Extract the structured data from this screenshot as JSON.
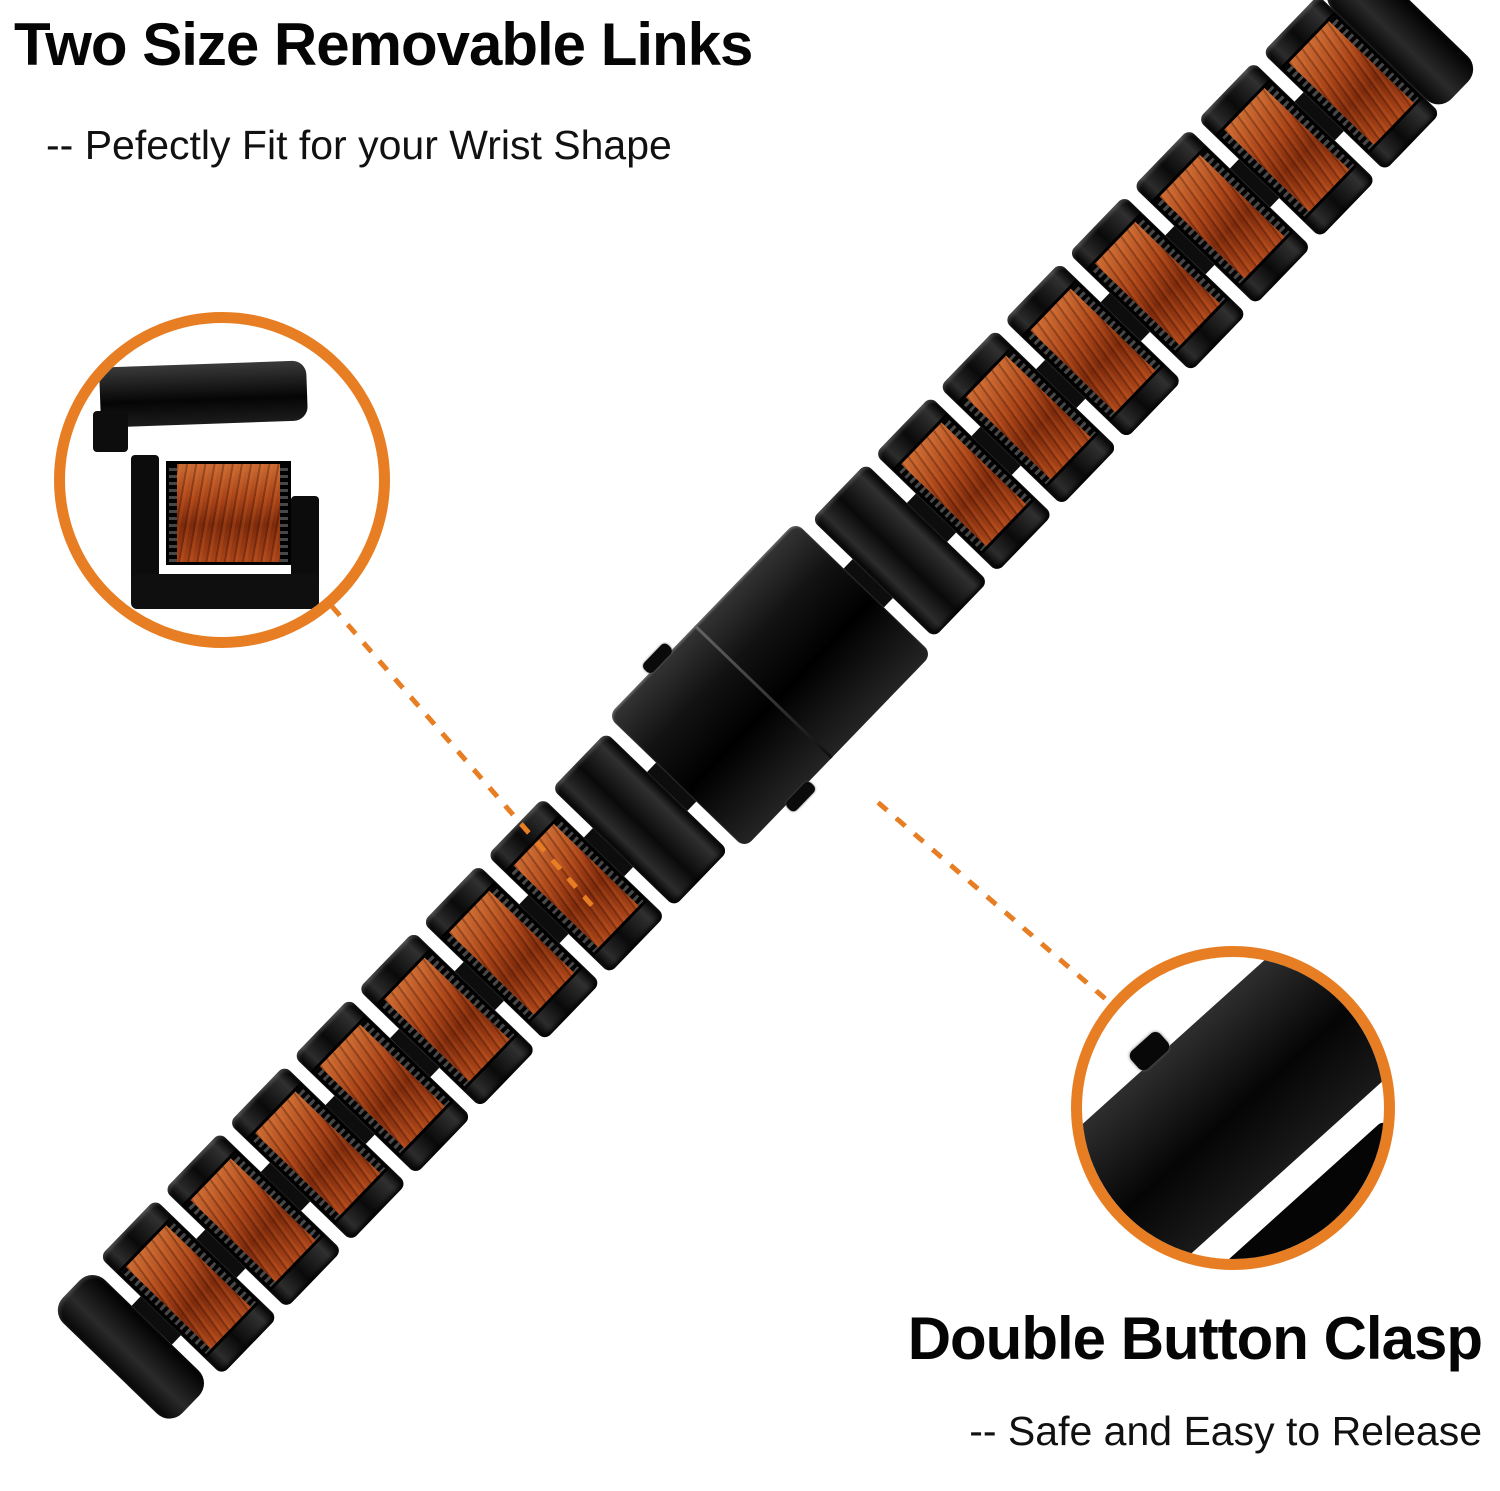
{
  "annotations": {
    "top": {
      "title": "Two Size Removable Links",
      "subtitle": "-- Pefectly Fit for your Wrist Shape"
    },
    "bottom": {
      "title": "Double Button Clasp",
      "subtitle": "-- Safe and Easy to Release"
    }
  },
  "colors": {
    "accent_orange": "#E87E23",
    "metal_black": "#0a0a0a",
    "wood_light": "#C96A33",
    "wood_base": "#A84419",
    "wood_dark": "#7C2A0C",
    "text_black": "#050505"
  },
  "band": {
    "wood_links_upper": 7,
    "wood_links_lower": 7,
    "plain_links_each_side": 1,
    "clasp_buttons": 2,
    "angle_deg": -46
  }
}
